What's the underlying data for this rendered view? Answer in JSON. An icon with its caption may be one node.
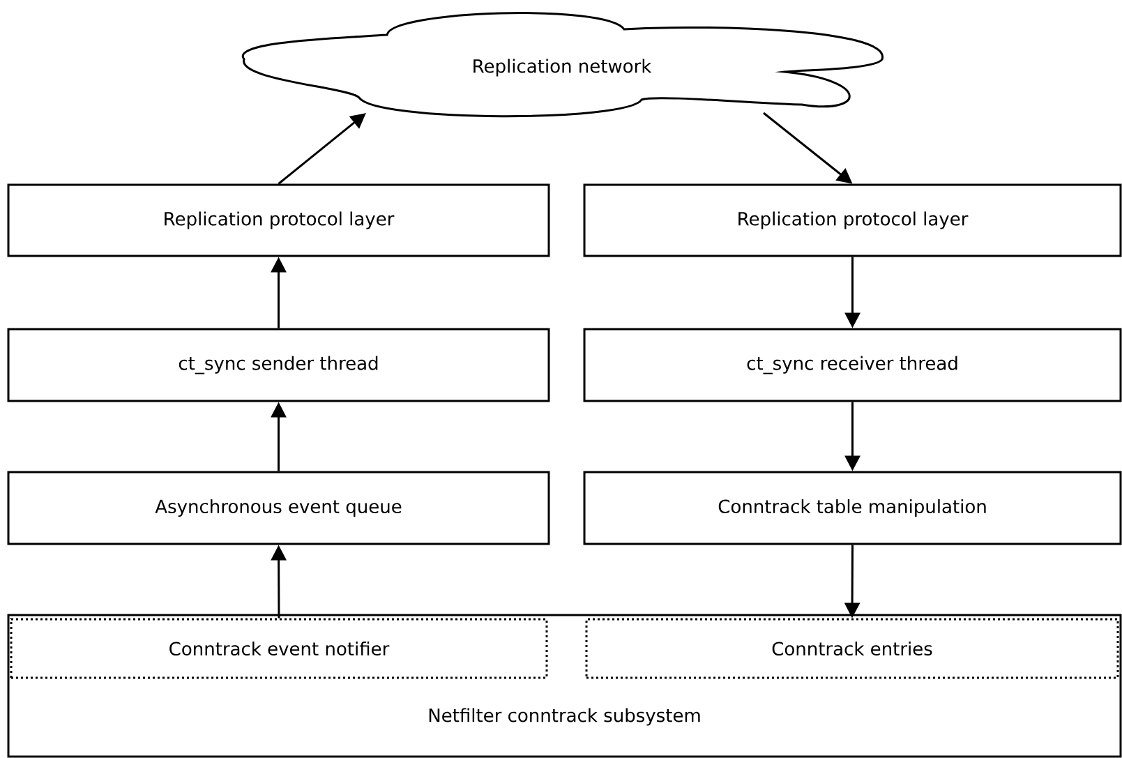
{
  "diagram": {
    "nodes": [
      {
        "text": [
          "Replication network"
        ]
      },
      {
        "text": [
          "Replication protocol layer"
        ]
      },
      {
        "text": [
          "Replication protocol layer"
        ]
      },
      {
        "text": [
          "ct_sync sender thread"
        ]
      },
      {
        "text": [
          "ct_sync receiver thread"
        ]
      },
      {
        "text": [
          "Asynchronous event queue"
        ]
      },
      {
        "text": [
          "Conntrack table manipulation"
        ]
      },
      {
        "text": [
          "Netfilter conntrack subsystem"
        ]
      },
      {
        "text": [
          "Conntrack event notifier"
        ],
        "in": 7
      },
      {
        "text": [
          "Conntrack entries"
        ],
        "in": 7
      }
    ],
    "edges": [
      {
        "from": 1,
        "to": 0,
        "arrow": "to"
      },
      {
        "from": 0,
        "to": 2,
        "arrow": "to"
      },
      {
        "from": 3,
        "to": 1,
        "arrow": "to"
      },
      {
        "from": 2,
        "to": 4,
        "arrow": "to"
      },
      {
        "from": 5,
        "to": 3,
        "arrow": "to"
      },
      {
        "from": 4,
        "to": 6,
        "arrow": "to"
      },
      {
        "from": 8,
        "to": 5,
        "arrow": "to"
      },
      {
        "from": 6,
        "to": 9,
        "arrow": "to"
      }
    ]
  }
}
